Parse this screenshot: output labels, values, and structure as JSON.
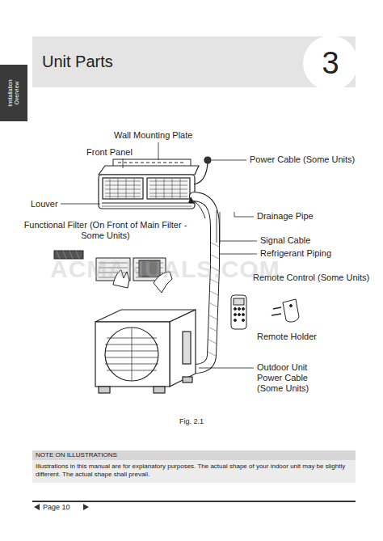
{
  "diagram": {
    "title": "Unit Parts",
    "caption": "Fig. 2.1",
    "nodes": [
      {
        "text": [
          "Installation Overview"
        ]
      },
      {
        "text": [
          "3"
        ]
      },
      {
        "text": [
          "NOTE ON ILLUSTRATIONS",
          "Illustrations in this manual are for explanatory purposes. The actual shape of your indoor unit may be slightly different. The actual shape shall prevail."
        ]
      }
    ],
    "labels": [
      "Wall Mounting Plate",
      "Front Panel",
      "Power Cable (Some Units)",
      "Louver",
      "Functional Filter (On Front of Main Filter - Some Units)",
      "Drainage Pipe",
      "Signal Cable",
      "Refrigerant Piping",
      "Remote Control (Some Units)",
      "Remote Holder",
      "Outdoor Unit Power Cable (Some Units)",
      "ACMANUALS.COM",
      "Page 10"
    ]
  }
}
